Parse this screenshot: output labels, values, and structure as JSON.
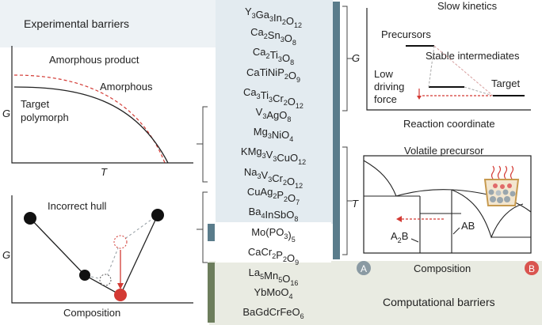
{
  "colors": {
    "experimental_band": "#e3ebf0",
    "computational_band": "#e9ebe2",
    "slate_bar": "#5a7c8b",
    "olive_bar": "#6c7d5c",
    "accent_red": "#d33a34",
    "dashed_gray": "#9aa3a8",
    "badge_a": "#8a9aa3",
    "badge_b": "#d9544f"
  },
  "sections": {
    "experimental_barriers": "Experimental barriers",
    "computational_barriers": "Computational barriers"
  },
  "compounds_experimental": [
    {
      "base": "Y",
      "parts": [
        [
          "Y",
          "3"
        ],
        [
          "Ga",
          "3"
        ],
        [
          "In",
          "2"
        ],
        [
          "O",
          "12"
        ]
      ]
    },
    {
      "parts": [
        [
          "Ca",
          "2"
        ],
        [
          "Sn",
          "3"
        ],
        [
          "O",
          "8"
        ]
      ]
    },
    {
      "parts": [
        [
          "Ca",
          "2"
        ],
        [
          "Ti",
          "3"
        ],
        [
          "O",
          "8"
        ]
      ]
    },
    {
      "parts": [
        [
          "CaTiNiP",
          ""
        ],
        [
          "",
          ""
        ],
        [
          "O",
          "9"
        ]
      ],
      "text": "CaTiNiP2O9"
    },
    {
      "parts": [
        [
          "Ca",
          "3"
        ],
        [
          "Ti",
          "3"
        ],
        [
          "Cr",
          "2"
        ],
        [
          "O",
          "12"
        ]
      ]
    },
    {
      "parts": [
        [
          "V",
          "3"
        ],
        [
          "AgO",
          "8"
        ]
      ]
    },
    {
      "parts": [
        [
          "Mg",
          "3"
        ],
        [
          "NiO",
          "4"
        ]
      ]
    },
    {
      "parts": [
        [
          "KMg",
          "3"
        ],
        [
          "V",
          "3"
        ],
        [
          "CuO",
          "12"
        ]
      ]
    },
    {
      "parts": [
        [
          "Na",
          "3"
        ],
        [
          "V",
          "3"
        ],
        [
          "Cr",
          "2"
        ],
        [
          "O",
          "12"
        ]
      ]
    },
    {
      "parts": [
        [
          "CuAg",
          "2"
        ],
        [
          "P",
          "2"
        ],
        [
          "O",
          "7"
        ]
      ]
    },
    {
      "parts": [
        [
          "Ba",
          "4"
        ],
        [
          "InSbO",
          "8"
        ]
      ]
    }
  ],
  "compound_middle": {
    "parts": [
      [
        "Mo(PO",
        "3"
      ],
      [
        ")",
        "5"
      ]
    ]
  },
  "compound_both": {
    "parts": [
      [
        "CaCr",
        "2"
      ],
      [
        "P",
        "2"
      ],
      [
        "O",
        "9"
      ]
    ]
  },
  "compounds_computational": [
    {
      "parts": [
        [
          "La",
          "5"
        ],
        [
          "Mn",
          "5"
        ],
        [
          "O",
          "16"
        ]
      ]
    },
    {
      "parts": [
        [
          "YbMoO",
          "4"
        ]
      ]
    },
    {
      "parts": [
        [
          "BaGdCrFeO",
          "6"
        ]
      ]
    }
  ],
  "panel_amorphous": {
    "title": "Amorphous product",
    "curve_label": "Amorphous",
    "target_label_1": "Target",
    "target_label_2": "polymorph",
    "y_axis": "G",
    "x_axis": "T"
  },
  "panel_hull": {
    "title": "Incorrect hull",
    "y_axis": "G",
    "x_axis": "Composition"
  },
  "panel_kinetics": {
    "title": "Slow kinetics",
    "y_axis": "G",
    "precursors": "Precursors",
    "intermediates": "Stable intermediates",
    "low_driving_1": "Low",
    "low_driving_2": "driving",
    "low_driving_3": "force",
    "target": "Target",
    "x_axis": "Reaction coordinate"
  },
  "panel_volatile": {
    "title": "Volatile precursor",
    "y_axis": "T",
    "phase_ab": "AB",
    "phase_a2b_main": "A",
    "phase_a2b_sub": "2",
    "phase_a2b_end": "B",
    "x_axis": "Composition",
    "badge_a": "A",
    "badge_b": "B"
  }
}
